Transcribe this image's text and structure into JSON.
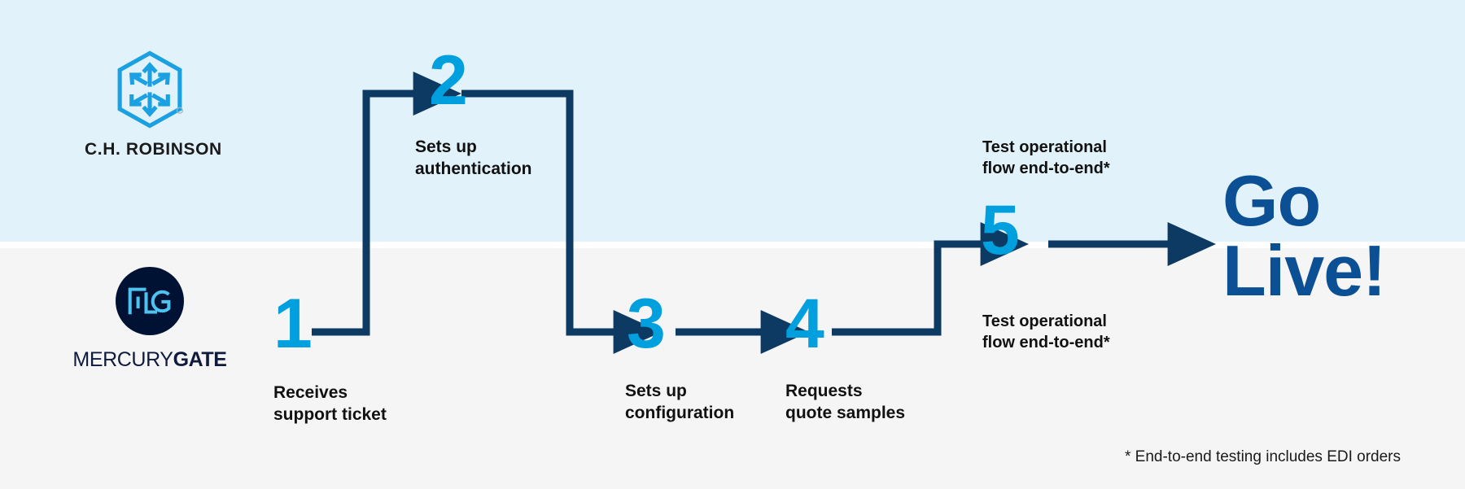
{
  "diagram": {
    "title": "C.H. Robinson / MercuryGate onboarding flow",
    "colors": {
      "band_top": "#e2f2fb",
      "band_bottom": "#f5f5f5",
      "step_number": "#00a0df",
      "connector": "#0d3a63",
      "go_live": "#0b4f94",
      "label_text": "#111111",
      "mercurygate_navy": "#001233",
      "mercurygate_cyan": "#4ec3f0"
    }
  },
  "lanes": [
    {
      "id": "chrobinson",
      "name": "C.H. ROBINSON"
    },
    {
      "id": "mercurygate",
      "name": "MERCURYGATE"
    }
  ],
  "logos": {
    "chrobinson": {
      "wordmark": "C.H. ROBINSON",
      "mark_name": "cube-arrows-hexagon-icon"
    },
    "mercurygate": {
      "wordmark_light": "MERCURY",
      "wordmark_bold": "GATE",
      "mark_name": "mg-monogram-icon"
    }
  },
  "steps": [
    {
      "number": "1",
      "label": "Receives\nsupport ticket",
      "lane": "mercurygate"
    },
    {
      "number": "2",
      "label": "Sets up\nauthentication",
      "lane": "chrobinson"
    },
    {
      "number": "3",
      "label": "Sets up\nconfiguration",
      "lane": "mercurygate"
    },
    {
      "number": "4",
      "label": "Requests\nquote samples",
      "lane": "mercurygate"
    },
    {
      "number": "5",
      "label": "",
      "lane": "both"
    }
  ],
  "side_labels": {
    "top": "Test operational\nflow end-to-end*",
    "bottom": "Test operational\nflow end-to-end*"
  },
  "outcome": {
    "text": "Go\nLive!"
  },
  "footnote": {
    "text": "* End-to-end testing includes EDI orders"
  }
}
